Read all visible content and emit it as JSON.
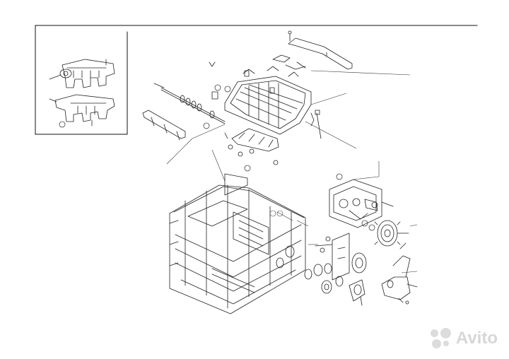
{
  "diagram": {
    "kind": "exploded-parts-view",
    "line_color": "#111111",
    "callout_color": "#444444",
    "background": "#ffffff"
  },
  "watermark": {
    "text": "Avito",
    "color": "#d7d7d7",
    "icon": "avito-dots-logo"
  }
}
